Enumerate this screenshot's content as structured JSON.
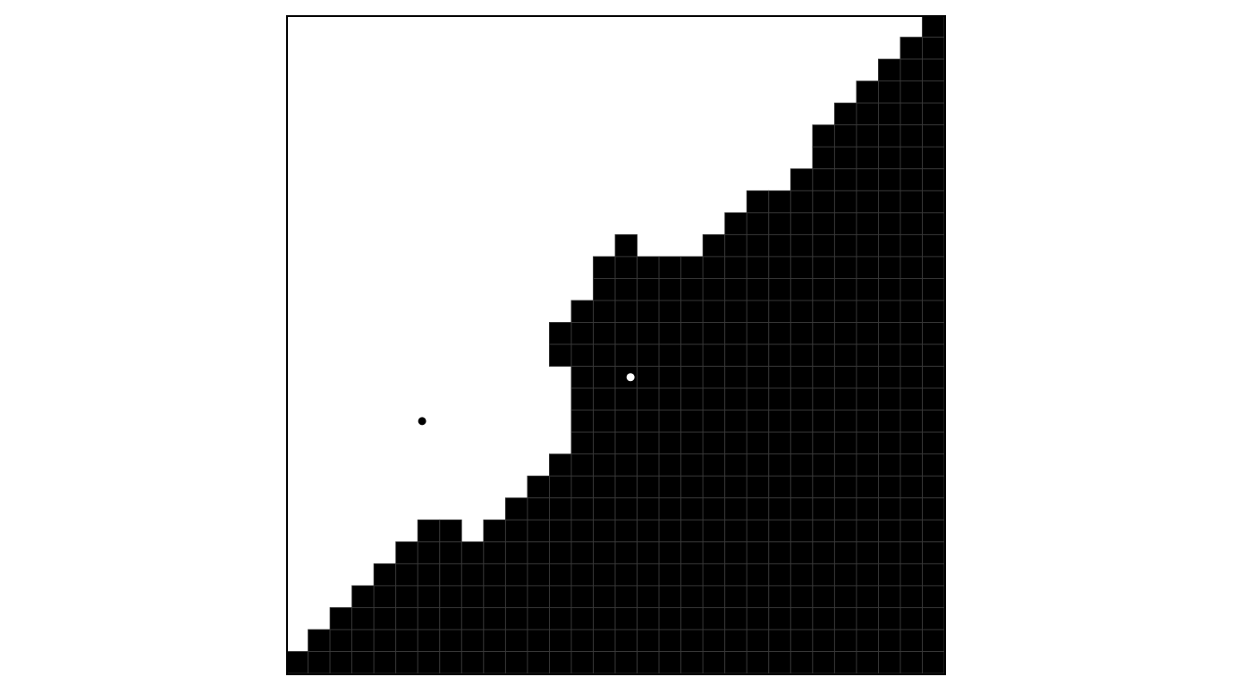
{
  "game": {
    "grid_size": 30,
    "board_color_empty": "#ffffff",
    "board_color_filled": "#000000",
    "grid_line_color": "#3a3a3a",
    "filled_cells_per_row": [
      [
        29,
        29
      ],
      [
        28,
        29
      ],
      [
        27,
        29
      ],
      [
        26,
        29
      ],
      [
        25,
        29
      ],
      [
        24,
        29
      ],
      [
        24,
        29
      ],
      [
        23,
        29
      ],
      [
        21,
        29
      ],
      [
        20,
        29
      ],
      [
        15,
        15,
        19,
        29
      ],
      [
        14,
        29
      ],
      [
        14,
        29
      ],
      [
        13,
        29
      ],
      [
        12,
        29
      ],
      [
        12,
        29
      ],
      [
        13,
        29
      ],
      [
        13,
        29
      ],
      [
        13,
        29
      ],
      [
        13,
        29
      ],
      [
        12,
        29
      ],
      [
        11,
        29
      ],
      [
        10,
        29
      ],
      [
        6,
        7,
        9,
        29
      ],
      [
        5,
        29
      ],
      [
        4,
        29
      ],
      [
        3,
        29
      ],
      [
        2,
        29
      ],
      [
        1,
        29
      ],
      [
        0,
        29
      ]
    ],
    "markers": [
      {
        "name": "player-dot-black",
        "row": 18.5,
        "col": 6.2,
        "color": "#000000"
      },
      {
        "name": "player-dot-white",
        "row": 16.5,
        "col": 15.7,
        "color": "#ffffff"
      }
    ]
  }
}
